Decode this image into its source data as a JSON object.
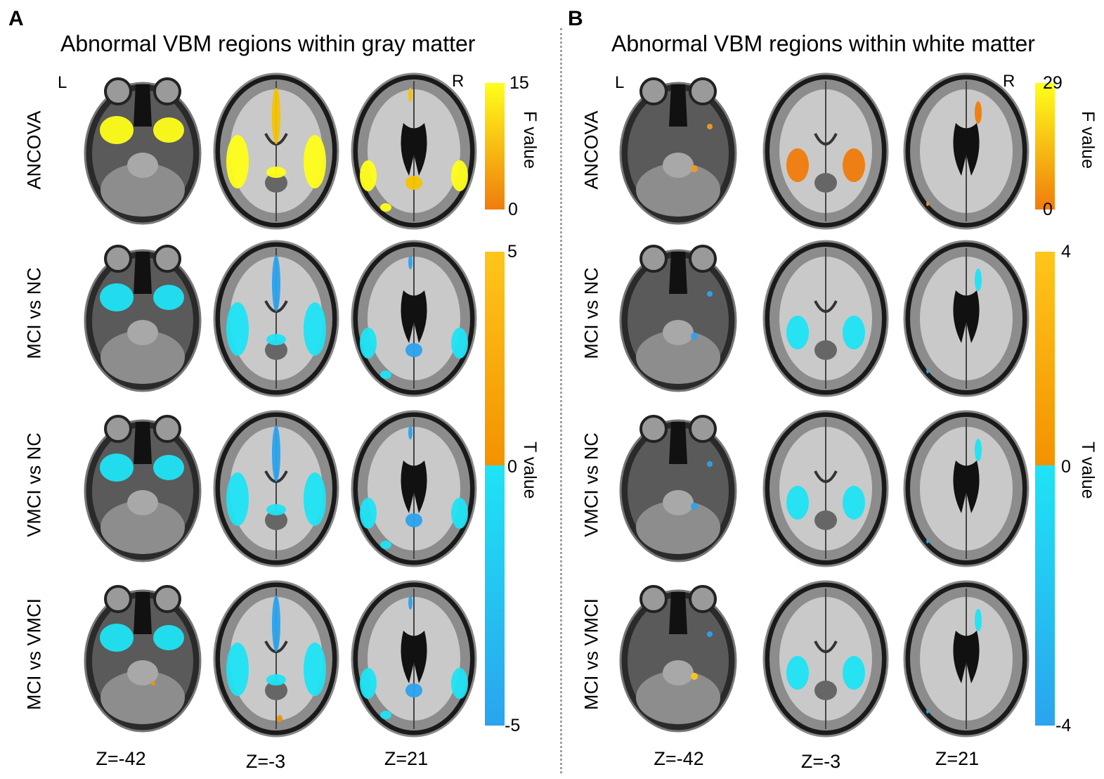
{
  "panels": [
    {
      "letter": "A",
      "title": "Abnormal VBM regions within gray matter",
      "left_label": "L",
      "right_label": "R",
      "rows": [
        "ANCOVA",
        "MCI vs NC",
        "VMCI vs NC",
        "MCI vs VMCI"
      ],
      "z_labels": [
        "Z=-42",
        "Z=-3",
        "Z=21"
      ],
      "f_bar": {
        "title": "F value",
        "max": "15",
        "min": "0"
      },
      "t_bar": {
        "title": "T value",
        "max": "5",
        "mid": "0",
        "min": "-5"
      }
    },
    {
      "letter": "B",
      "title": "Abnormal VBM regions within white matter",
      "left_label": "L",
      "right_label": "R",
      "rows": [
        "ANCOVA",
        "MCI vs NC",
        "VMCI vs NC",
        "MCI vs VMCI"
      ],
      "z_labels": [
        "Z=-42",
        "Z=-3",
        "Z=21"
      ],
      "f_bar": {
        "title": "F value",
        "max": "29",
        "min": "0"
      },
      "t_bar": {
        "title": "T value",
        "max": "4",
        "mid": "0",
        "min": "-4"
      }
    }
  ],
  "colors": {
    "f_high": "#ffff1a",
    "f_low": "#f07c0c",
    "t_pos_high": "#ffc61a",
    "t_pos_low": "#f39200",
    "t_neg_near_zero": "#1ee4f5",
    "t_neg_low": "#2aa4ee",
    "divider": "#a0a0a0"
  }
}
